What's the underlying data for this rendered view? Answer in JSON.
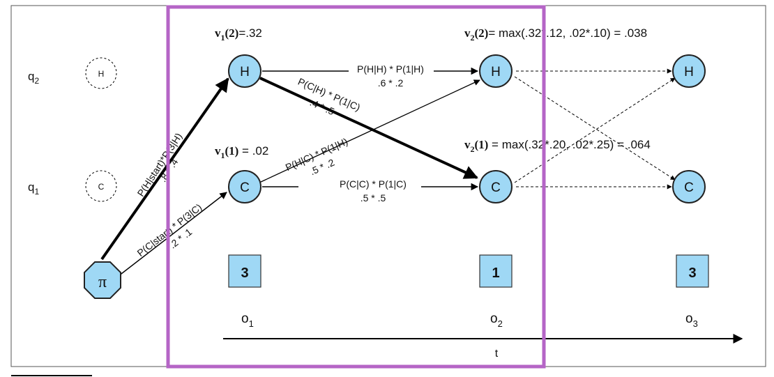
{
  "states": {
    "q2": "q",
    "q2_sub": "2",
    "q1": "q",
    "q1_sub": "1",
    "H": "H",
    "C": "C"
  },
  "start_symbol": "π",
  "viterbi": {
    "v1_2": {
      "v": "v",
      "sub": "1",
      "arg": "(2)",
      "rest": "=.32"
    },
    "v1_1": {
      "v": "v",
      "sub": "1",
      "arg": "(1)",
      "rest": " = .02"
    },
    "v2_2": {
      "v": "v",
      "sub": "2",
      "arg": "(2)",
      "rest": "= max(.32*.12, .02*.10) = .038"
    },
    "v2_1": {
      "v": "v",
      "sub": "2",
      "arg": "(1)",
      "rest": " = max(.32*.20, .02*.25) = .064"
    }
  },
  "edges": {
    "start_H": {
      "formula": "P(H|start)*P(3|H)",
      "calc": ".8 * .4"
    },
    "start_C": {
      "formula": "P(C|start) * P(3|C)",
      "calc": ".2 * .1"
    },
    "HH": {
      "formula": "P(H|H) * P(1|H)",
      "calc": ".6 * .2"
    },
    "HC": {
      "formula": "P(C|H) * P(1|C)",
      "calc": ".4 * .5"
    },
    "CH": {
      "formula": "P(H|C) * P(1|H)",
      "calc": ".5 * .2"
    },
    "CC": {
      "formula": "P(C|C) * P(1|C)",
      "calc": ".5 * .5"
    }
  },
  "observations": [
    {
      "value": "3",
      "label": "o",
      "sub": "1"
    },
    {
      "value": "1",
      "label": "o",
      "sub": "2"
    },
    {
      "value": "3",
      "label": "o",
      "sub": "3"
    }
  ],
  "time_axis": "t",
  "colors": {
    "node_fill": "#9fd8f5",
    "highlight_box": "#b565c6",
    "border": "#333333"
  }
}
